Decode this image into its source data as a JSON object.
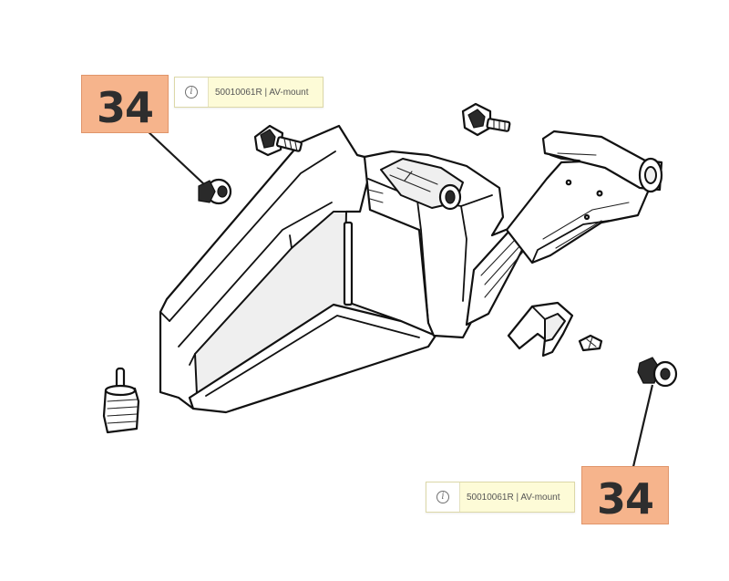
{
  "diagram": {
    "callouts": [
      {
        "id": "top",
        "number": "34",
        "tooltip": {
          "text": "50010061R | AV-mount",
          "icon": "info-icon"
        }
      },
      {
        "id": "bottom",
        "number": "34",
        "tooltip": {
          "text": "50010061R | AV-mount",
          "icon": "info-icon"
        }
      }
    ],
    "colors": {
      "callout_bg": "#f6b48c",
      "callout_border": "#e0956a",
      "tooltip_bg": "#fdfbd7",
      "line": "#111111"
    }
  }
}
